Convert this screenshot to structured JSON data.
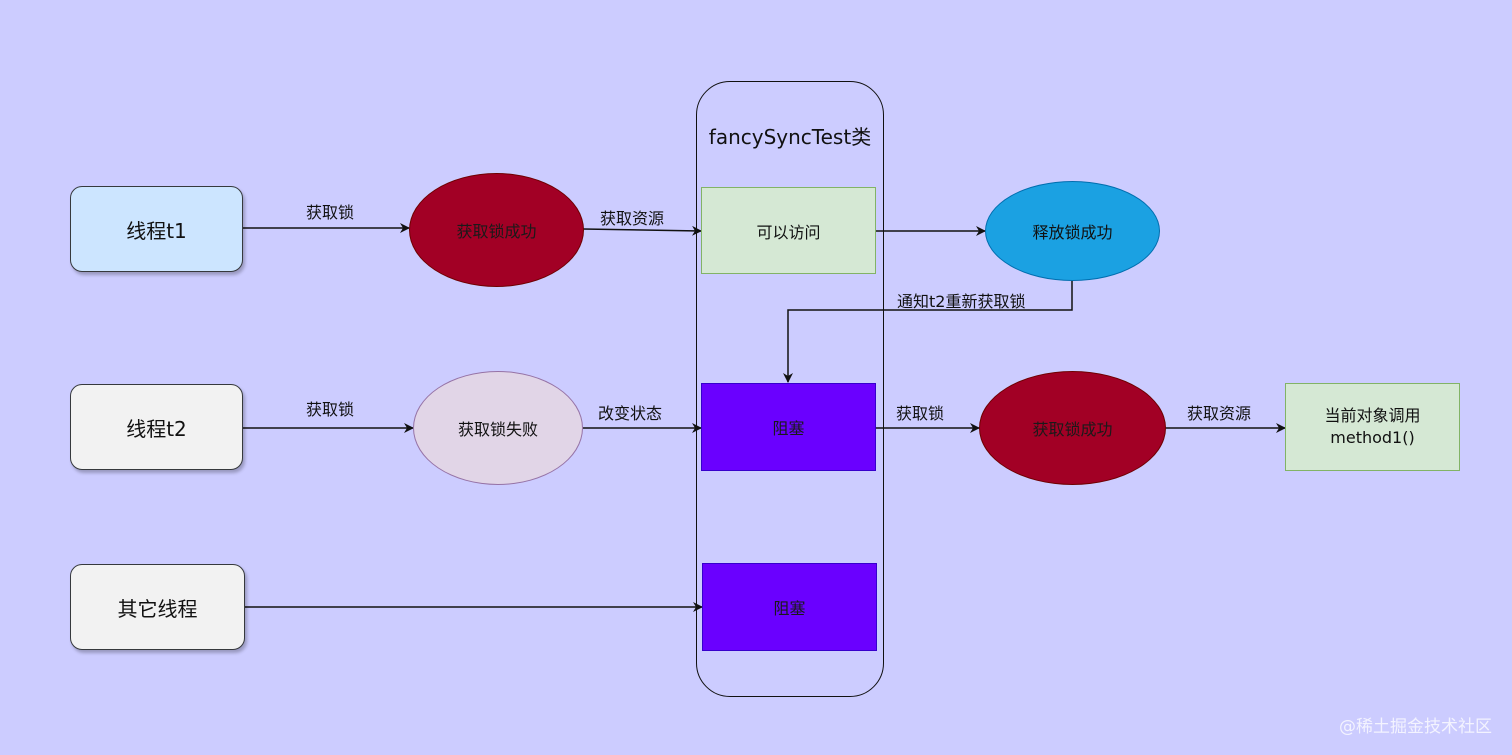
{
  "container": {
    "title": "fancySyncTest类"
  },
  "threads": {
    "t1": "线程t1",
    "t2": "线程t2",
    "other": "其它线程"
  },
  "nodes": {
    "acquire_success_1": "获取锁成功",
    "accessible": "可以访问",
    "release_success": "释放锁成功",
    "acquire_fail": "获取锁失败",
    "blocked_1": "阻塞",
    "acquire_success_2": "获取锁成功",
    "current_object_line1": "当前对象调用",
    "current_object_line2": "method1()",
    "blocked_2": "阻塞"
  },
  "edge_labels": {
    "t1_acquire": "获取锁",
    "t1_get_resource": "获取资源",
    "notify_t2": "通知t2重新获取锁",
    "t2_acquire": "获取锁",
    "change_state": "改变状态",
    "blocked_acquire": "获取锁",
    "t2_get_resource": "获取资源"
  },
  "colors": {
    "background": "#ccccff",
    "thread_t1_fill": "#cce5ff",
    "thread_fill": "#f2f2f2",
    "success_fill": "#a20025",
    "release_fill": "#1ba1e2",
    "fail_fill": "#e1d5e7",
    "access_fill": "#d5e8d4",
    "blocked_fill": "#6a00ff"
  },
  "watermark": "@稀土掘金技术社区"
}
